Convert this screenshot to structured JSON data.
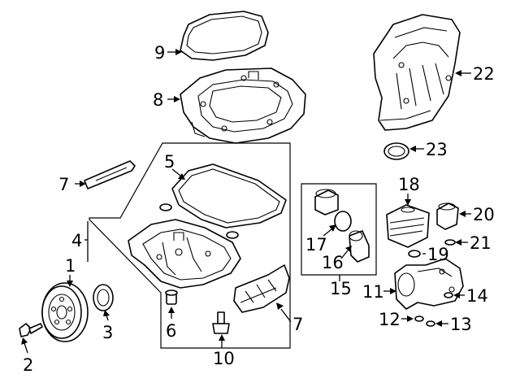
{
  "callouts": [
    {
      "id": "1",
      "label": "1"
    },
    {
      "id": "2",
      "label": "2"
    },
    {
      "id": "3",
      "label": "3"
    },
    {
      "id": "4",
      "label": "4"
    },
    {
      "id": "5",
      "label": "5"
    },
    {
      "id": "6",
      "label": "6"
    },
    {
      "id": "7a",
      "label": "7"
    },
    {
      "id": "7b",
      "label": "7"
    },
    {
      "id": "8",
      "label": "8"
    },
    {
      "id": "9",
      "label": "9"
    },
    {
      "id": "10",
      "label": "10"
    },
    {
      "id": "11",
      "label": "11"
    },
    {
      "id": "12",
      "label": "12"
    },
    {
      "id": "13",
      "label": "13"
    },
    {
      "id": "14",
      "label": "14"
    },
    {
      "id": "15",
      "label": "15"
    },
    {
      "id": "16",
      "label": "16"
    },
    {
      "id": "17",
      "label": "17"
    },
    {
      "id": "18",
      "label": "18"
    },
    {
      "id": "19",
      "label": "19"
    },
    {
      "id": "20",
      "label": "20"
    },
    {
      "id": "21",
      "label": "21"
    },
    {
      "id": "22",
      "label": "22"
    },
    {
      "id": "23",
      "label": "23"
    }
  ]
}
